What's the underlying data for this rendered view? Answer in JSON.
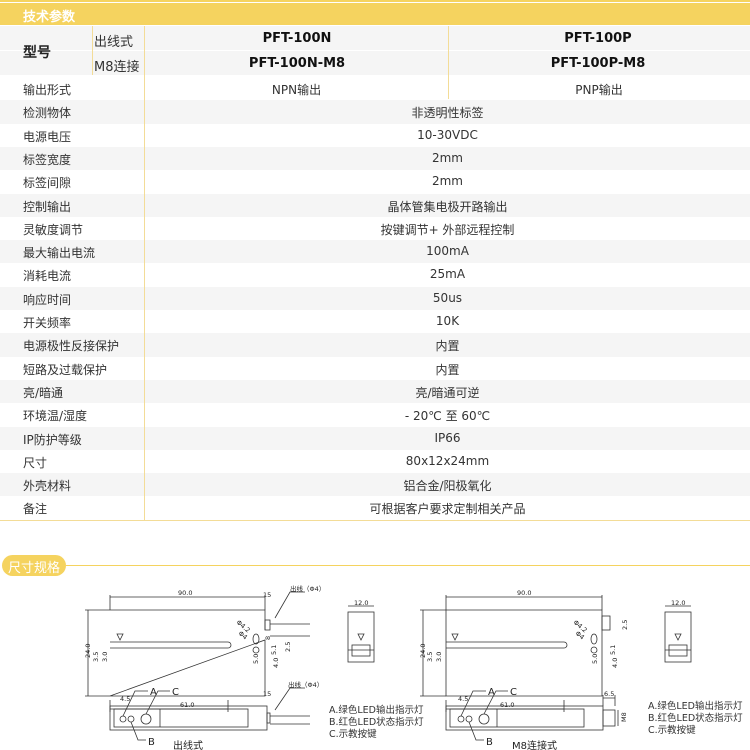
{
  "title": "技术参数",
  "model": {
    "label": "型号",
    "sub": [
      "出线式",
      "M8连接"
    ],
    "values": [
      [
        "PFT-100N",
        "PFT-100P"
      ],
      [
        "PFT-100N-M8",
        "PFT-100P-M8"
      ]
    ]
  },
  "output": {
    "label": "输出形式",
    "values": [
      "NPN输出",
      "PNP输出"
    ]
  },
  "rows": [
    {
      "label": "检测物体",
      "value": "非透明性标签"
    },
    {
      "label": "电源电压",
      "value": "10-30VDC"
    },
    {
      "label": "标签宽度",
      "value": "2mm"
    },
    {
      "label": "标签间隙",
      "value": "2mm"
    },
    {
      "label": "控制输出",
      "value": "晶体管集电极开路输出"
    },
    {
      "label": "灵敏度调节",
      "value": "按键调节+ 外部远程控制"
    },
    {
      "label": "最大输出电流",
      "value": "100mA"
    },
    {
      "label": "消耗电流",
      "value": "25mA"
    },
    {
      "label": "响应时间",
      "value": "50us"
    },
    {
      "label": "开关频率",
      "value": "10K"
    },
    {
      "label": "电源极性反接保护",
      "value": "内置"
    },
    {
      "label": "短路及过载保护",
      "value": "内置"
    },
    {
      "label": "亮/暗通",
      "value": "亮/暗通可逆"
    },
    {
      "label": "环境温/湿度",
      "value": "- 20℃ 至 60℃"
    },
    {
      "label": "IP防护等级",
      "value": "IP66"
    },
    {
      "label": "尺寸",
      "value": "80x12x24mm"
    },
    {
      "label": "外壳材料",
      "value": "铝合金/阳极氧化"
    },
    {
      "label": "备注",
      "value": "可根据客户要求定制相关产品"
    }
  ],
  "section": "尺寸规格",
  "drawing": {
    "dims": {
      "len": "90.0",
      "inner": "61.0",
      "h": "24.0",
      "a": "3.5",
      "b": "3.0",
      "c": "4.5",
      "d": "5.0",
      "e": "4.0",
      "f": "5.1",
      "g": "2.5",
      "hole1": "Φ4.2",
      "hole2": "Φ4",
      "w": "12.0",
      "p": "15",
      "s": "8",
      "m8w": "6.5",
      "m8": "M8"
    },
    "cable": "出线（Φ4）",
    "markA": "A",
    "markB": "B",
    "markC": "C",
    "captions": [
      "出线式",
      "M8连接式"
    ],
    "legend": [
      "A.绿色LED输出指示灯",
      "B.红色LED状态指示灯",
      "C.示教按键"
    ]
  },
  "colors": {
    "accent": "#f5d35f",
    "rowAlt": "#f5f5f5"
  }
}
